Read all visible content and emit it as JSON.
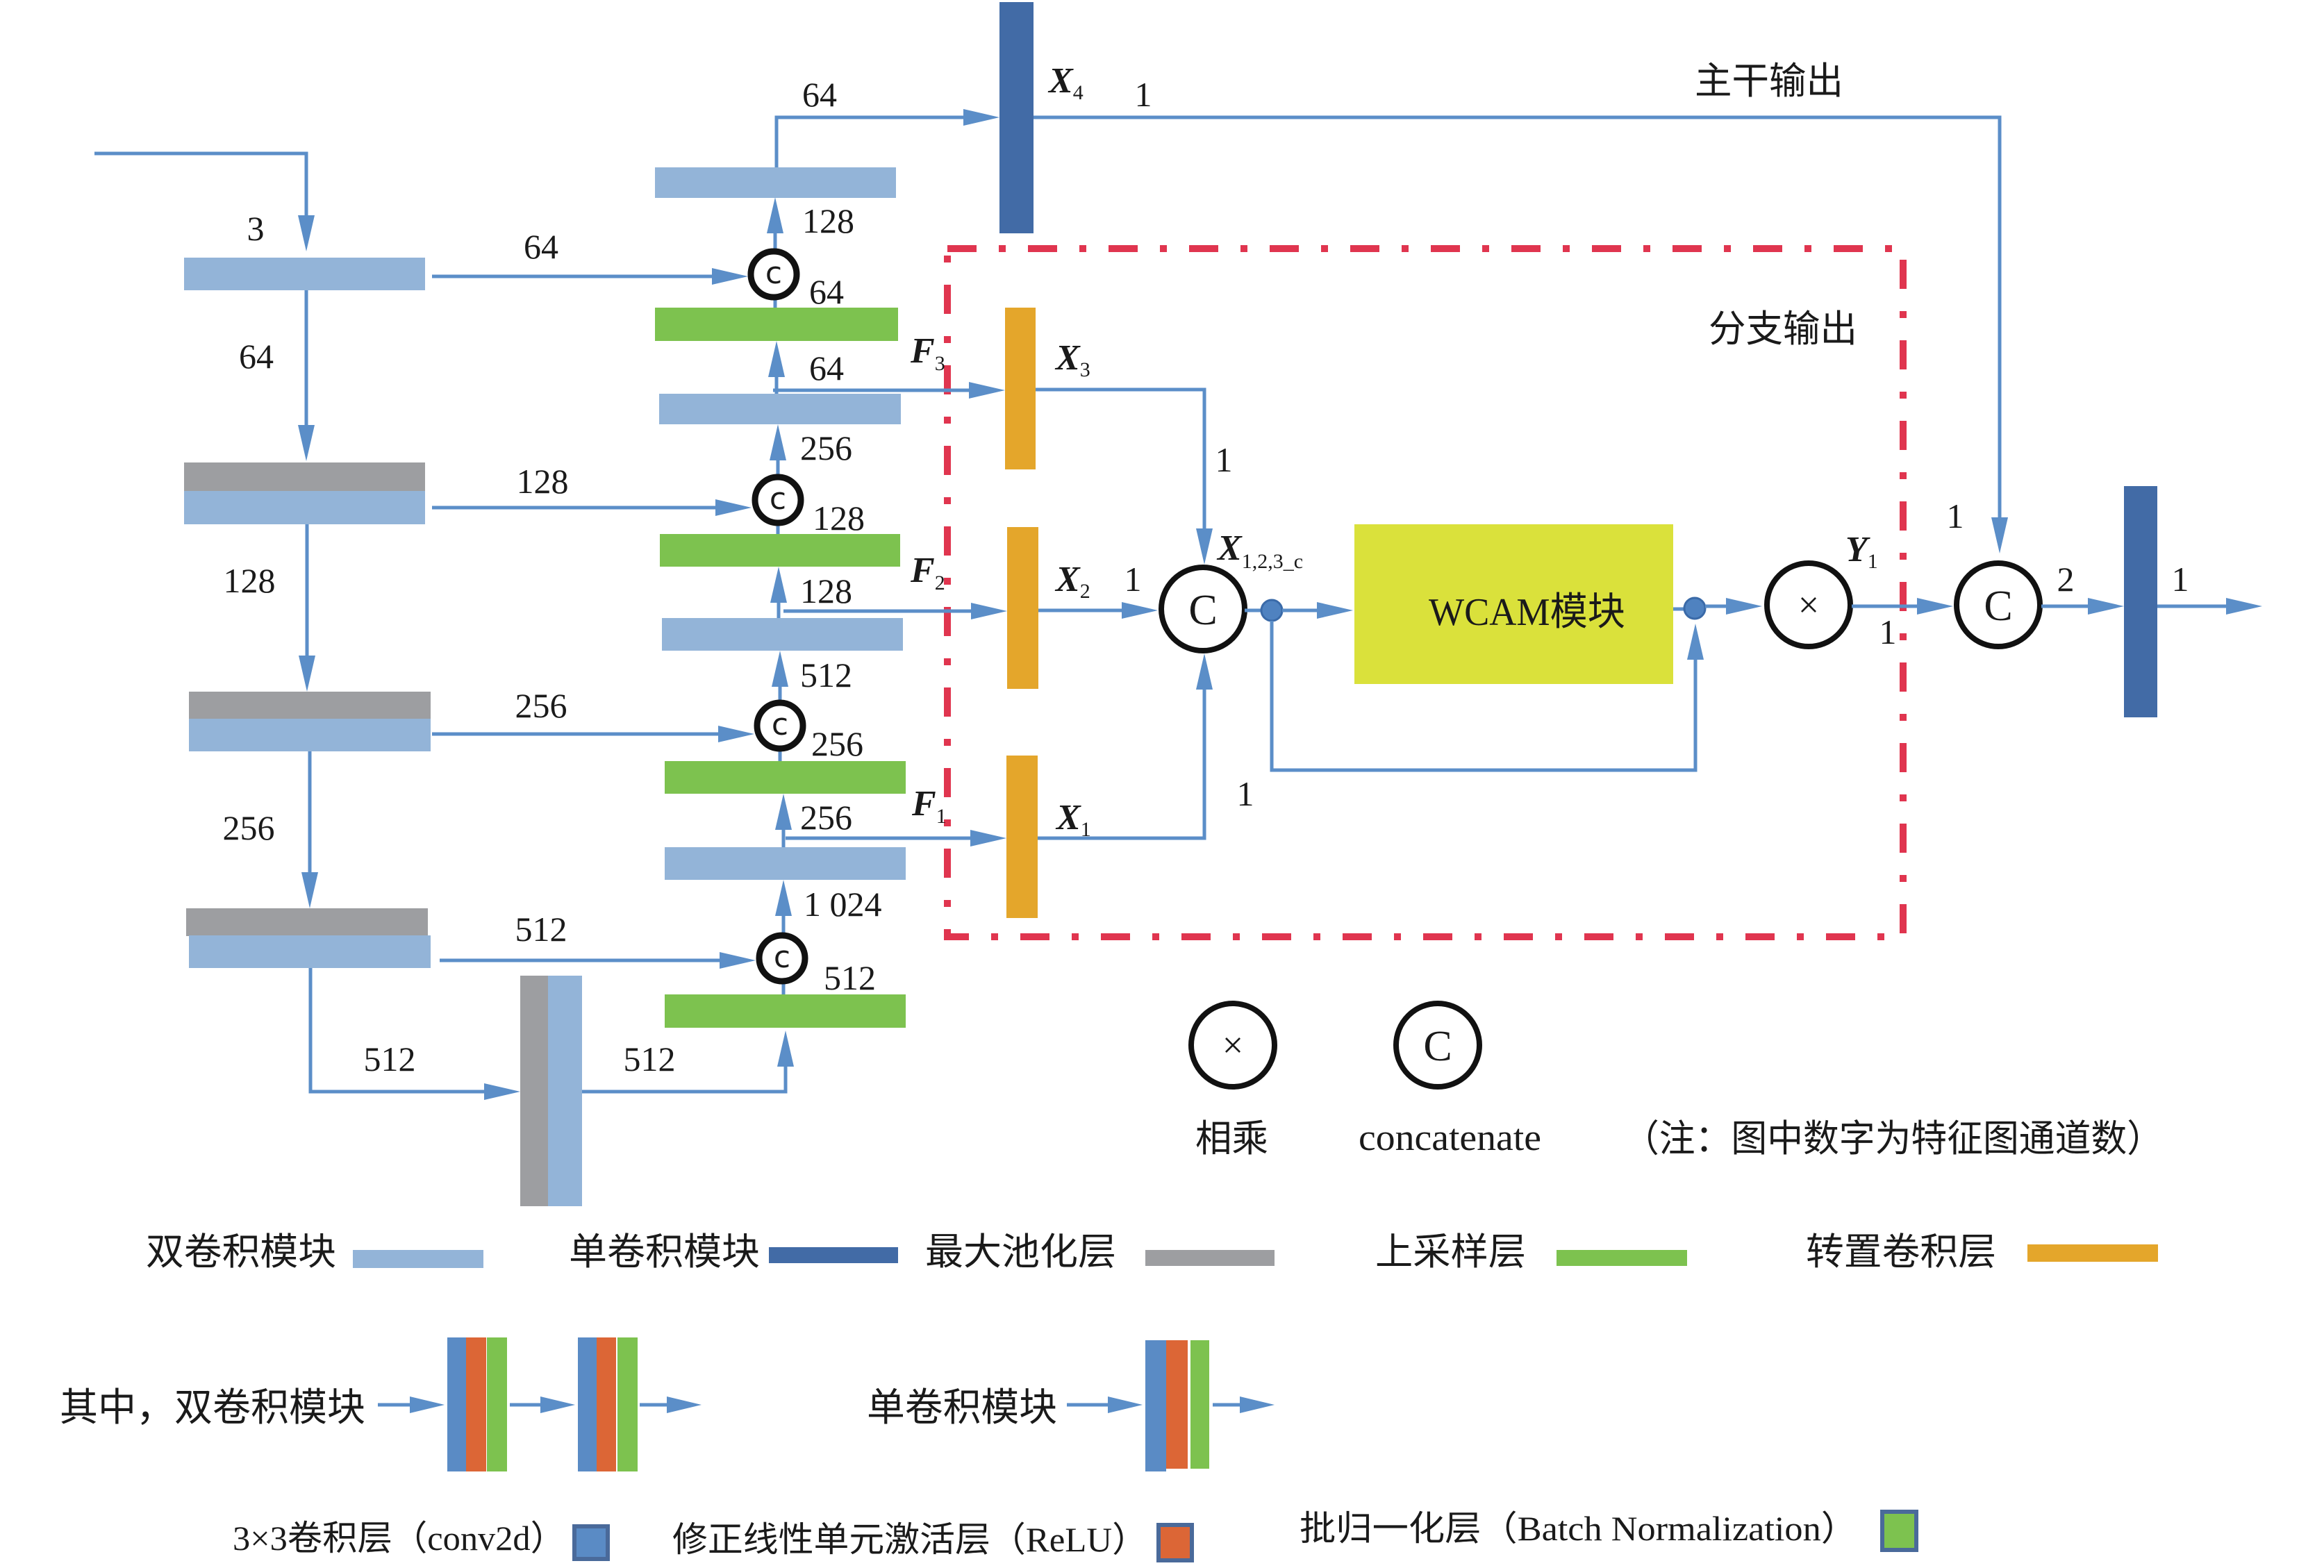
{
  "colors": {
    "double_conv": "#93b4d8",
    "single_conv": "#426ba6",
    "max_pool": "#9d9ea1",
    "upsample": "#7dc24f",
    "transpose_conv": "#e4a62b",
    "wcam": "#dae13b",
    "branch_box": "#e0354f",
    "arrow": "#5b8ec8",
    "conv2d": "#5a8bc5",
    "relu": "#dc6636",
    "batch_norm": "#7dc24f"
  },
  "encoder": {
    "input_channels": "3",
    "down_labels": [
      "64",
      "128",
      "256"
    ],
    "skip_labels": [
      "64",
      "128",
      "256",
      "512"
    ],
    "bottleneck_in": "512",
    "bottleneck_out": "512"
  },
  "decoder": {
    "skip_symbol": "c",
    "labels": [
      "64",
      "128",
      "64",
      "64",
      "256",
      "128",
      "128",
      "512",
      "256",
      "256",
      "1 024",
      "512"
    ]
  },
  "trunk": {
    "title": "主干输出",
    "output": {
      "var": "X",
      "sub": "4"
    },
    "channels": "1"
  },
  "branch": {
    "title": "分支输出",
    "features": [
      {
        "var": "F",
        "sub": "3"
      },
      {
        "var": "F",
        "sub": "2"
      },
      {
        "var": "F",
        "sub": "1"
      }
    ],
    "outputs": [
      {
        "var": "X",
        "sub": "3"
      },
      {
        "var": "X",
        "sub": "2"
      },
      {
        "var": "X",
        "sub": "1"
      }
    ],
    "channel_labels": [
      "1",
      "1",
      "1"
    ],
    "concat_symbol": "C",
    "concat_output": {
      "var": "X",
      "sub": "1,2,3_c"
    },
    "wcam_label": "WCAM模块",
    "multiply_symbol": "×",
    "product": {
      "var": "Y",
      "sub": "1"
    },
    "product_channels": "1"
  },
  "fusion": {
    "concat_symbol": "C",
    "trunk_in": "1",
    "out_channels": "2",
    "final_out": "1"
  },
  "legend": {
    "operators": [
      {
        "symbol": "×",
        "label": "相乘"
      },
      {
        "symbol": "C",
        "label": "concatenate"
      }
    ],
    "note": "（注：图中数字为特征图通道数）",
    "blocks": [
      {
        "label": "双卷积模块"
      },
      {
        "label": "单卷积模块"
      },
      {
        "label": "最大池化层"
      },
      {
        "label": "上采样层"
      },
      {
        "label": "转置卷积层"
      }
    ],
    "composition": {
      "double_label": "其中，双卷积模块",
      "single_label": "单卷积模块"
    },
    "layers": [
      {
        "label": "3×3卷积层（conv2d）"
      },
      {
        "label": "修正线性单元激活层（ReLU）"
      },
      {
        "label": "批归一化层（Batch Normalization）"
      }
    ]
  }
}
